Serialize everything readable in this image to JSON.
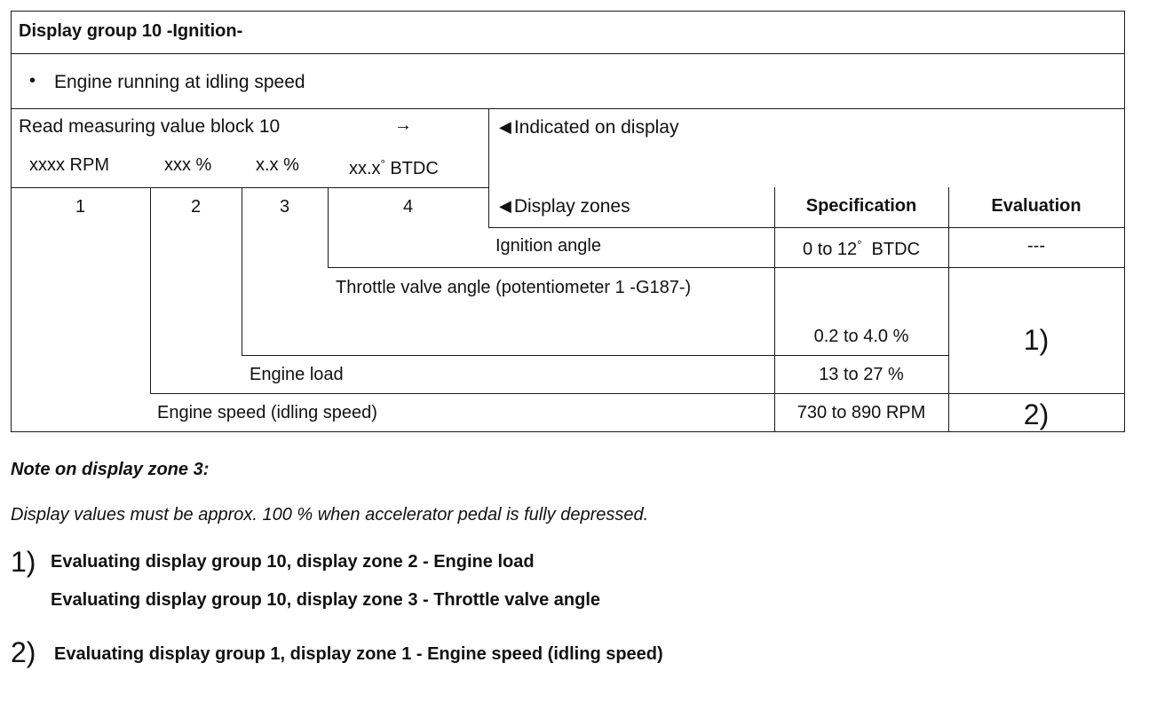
{
  "header": {
    "title": "Display group 10 -Ignition-"
  },
  "condition": {
    "bullet": "•",
    "text": "Engine running at idling speed"
  },
  "read_block": {
    "label": "Read measuring value block 10",
    "arrow": "→",
    "values": [
      "xxxx RPM",
      "xxx %",
      "x.x %",
      "xx.x",
      "BTDC"
    ],
    "degree": "°"
  },
  "indicated": {
    "marker": "◀",
    "text": "Indicated on display"
  },
  "zones": {
    "numbers": [
      "1",
      "2",
      "3",
      "4"
    ],
    "marker": "◀",
    "label": "Display zones",
    "spec_header": "Specification",
    "eval_header": "Evaluation"
  },
  "rows": {
    "ignition": {
      "label": "Ignition angle",
      "spec_pre": "0 to 12",
      "degree": "°",
      "spec_post": "BTDC",
      "eval": "---"
    },
    "throttle": {
      "label": "Throttle valve angle (potentiometer 1 -G187-)",
      "spec": "0.2 to 4.0 %",
      "eval": "1)"
    },
    "load": {
      "label": "Engine load",
      "spec": "13 to 27 %"
    },
    "speed": {
      "label": "Engine speed (idling speed)",
      "spec": "730 to 890 RPM",
      "eval": "2)"
    }
  },
  "notes": {
    "title": "Note on display zone 3:",
    "text": "Display values must be approx. 100 % when accelerator pedal is fully depressed.",
    "items": [
      {
        "marker": "1)",
        "lines": [
          "Evaluating display group 10, display zone 2 - Engine load",
          "Evaluating display group 10, display zone 3 - Throttle valve angle"
        ]
      },
      {
        "marker": "2)",
        "lines": [
          "Evaluating display group 1, display zone 1 - Engine speed (idling speed)"
        ]
      }
    ]
  }
}
